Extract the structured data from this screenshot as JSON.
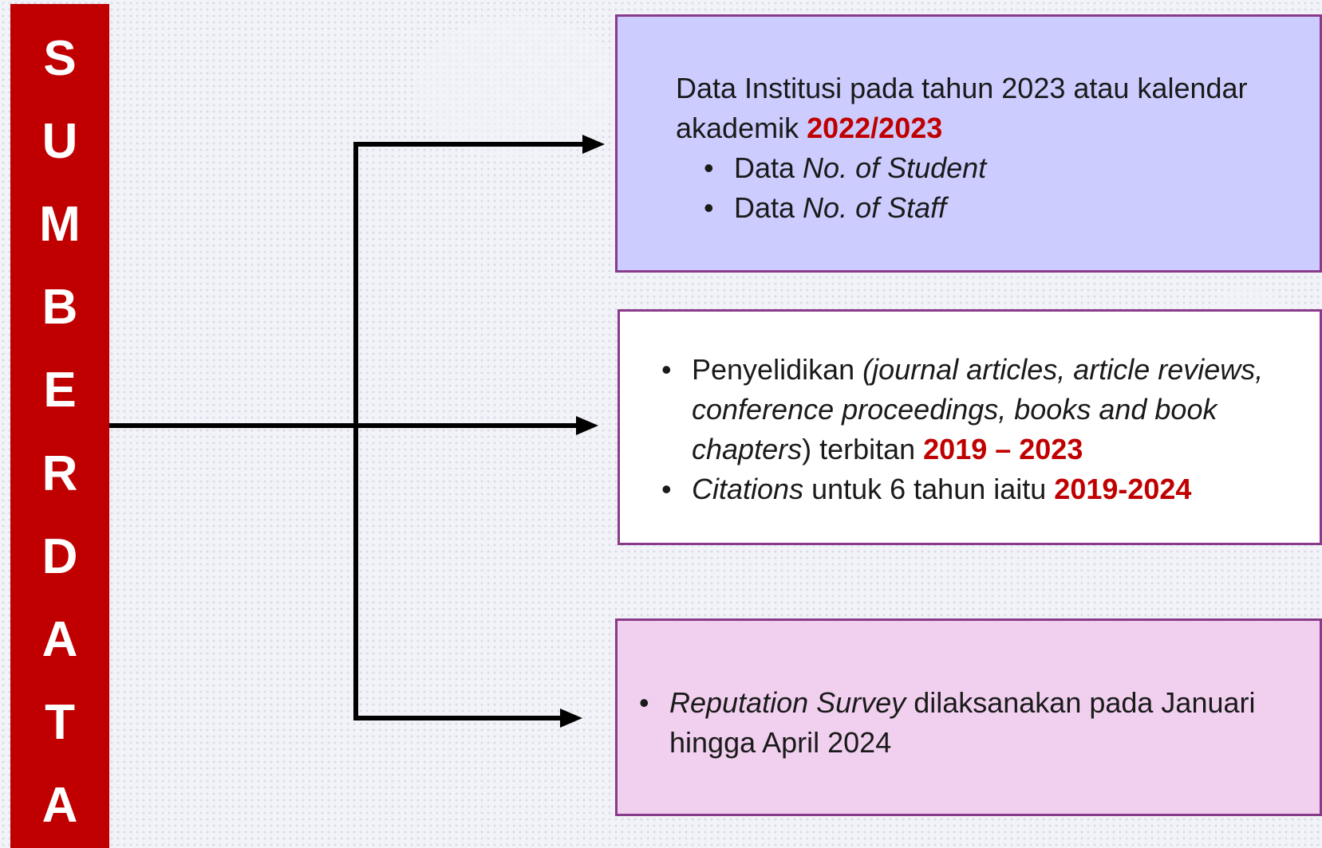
{
  "sidebar": {
    "letters": [
      "S",
      "U",
      "M",
      "B",
      "E",
      "R",
      "D",
      "A",
      "T",
      "A"
    ]
  },
  "box1": {
    "intro_text": "Data Institusi pada tahun 2023 atau kalendar akademik ",
    "intro_highlight": "2022/2023",
    "bullets": [
      {
        "prefix": "Data ",
        "italic": "No. of Student"
      },
      {
        "prefix": "Data ",
        "italic": "No. of Staff"
      }
    ]
  },
  "box2": {
    "bullet1": {
      "prefix": "Penyelidikan ",
      "italic": "(journal articles, article reviews, conference proceedings, books and book chapters",
      "middle": ") terbitan ",
      "highlight": "2019 – 2023"
    },
    "bullet2": {
      "italic": "Citations",
      "middle": " untuk 6 tahun iaitu ",
      "highlight": "2019-2024"
    }
  },
  "box3": {
    "bullet1": {
      "italic": "Reputation Survey",
      "text": " dilaksanakan pada Januari hingga April 2024"
    }
  },
  "colors": {
    "sidebar": "#c00000",
    "highlight": "#c00000",
    "box1_fill": "#ccccff",
    "box2_fill": "#ffffff",
    "box3_fill": "#f0d0ee",
    "box_border": "#8a3a8a",
    "arrow": "#000000",
    "background": "#f2f3f8"
  }
}
